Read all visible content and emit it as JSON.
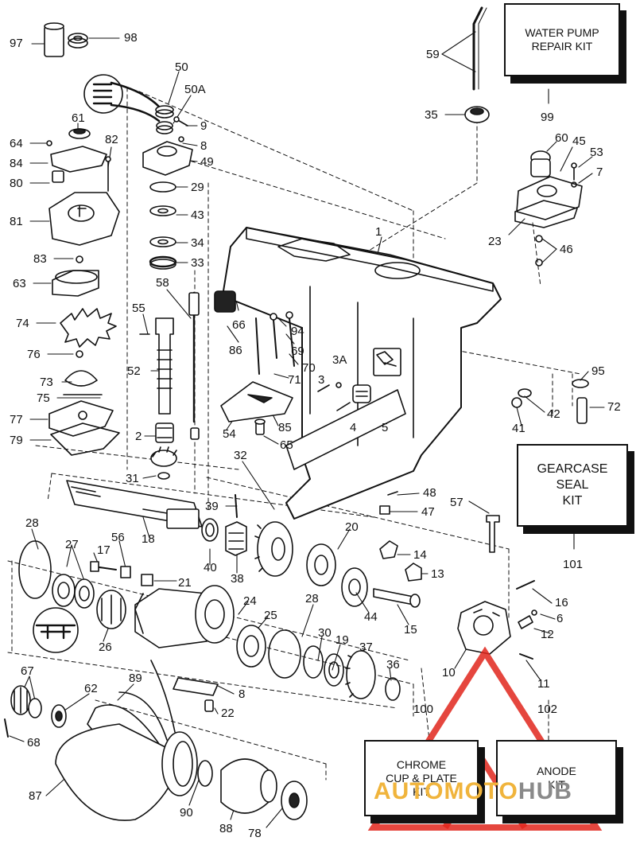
{
  "kits": [
    {
      "id": "water-pump",
      "label": "WATER PUMP\nREPAIR KIT",
      "ref": "99"
    },
    {
      "id": "gearcase-seal",
      "label": "GEARCASE\nSEAL\nKIT",
      "ref": "101"
    },
    {
      "id": "chrome-cup",
      "label": "CHROME\nCUP & PLATE\nKIT",
      "ref": "100"
    },
    {
      "id": "anode",
      "label": "ANODE\nKIT",
      "ref": "102"
    }
  ],
  "callouts": [
    "97",
    "98",
    "50",
    "50A",
    "9",
    "8",
    "49",
    "29",
    "43",
    "34",
    "33",
    "61",
    "64",
    "84",
    "82",
    "80",
    "81",
    "83",
    "63",
    "58",
    "55",
    "74",
    "76",
    "73",
    "75",
    "52",
    "77",
    "79",
    "2",
    "31",
    "32",
    "59",
    "35",
    "60",
    "45",
    "53",
    "7",
    "23",
    "46",
    "1",
    "66",
    "86",
    "94",
    "69",
    "70",
    "71",
    "3A",
    "3",
    "4",
    "5",
    "54",
    "85",
    "65",
    "95",
    "42",
    "41",
    "72",
    "48",
    "47",
    "57",
    "39",
    "18",
    "28",
    "27",
    "17",
    "56",
    "21",
    "40",
    "38",
    "20",
    "14",
    "13",
    "24",
    "44",
    "15",
    "16",
    "6",
    "12",
    "26",
    "25",
    "28",
    "30",
    "19",
    "37",
    "36",
    "10",
    "11",
    "8",
    "22",
    "67",
    "62",
    "89",
    "68",
    "87",
    "90",
    "88",
    "78"
  ],
  "watermark": {
    "part_a": "AUTOMOTO",
    "part_b": "HUB"
  },
  "colors": {
    "line": "#111111",
    "watermark_red": "#e0261c",
    "watermark_gold": "#f0b43c",
    "watermark_gray": "#8a8a8a"
  }
}
